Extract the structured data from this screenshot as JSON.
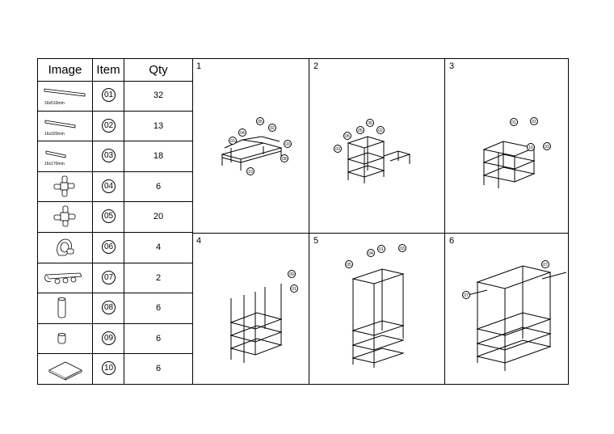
{
  "table": {
    "headers": {
      "image": "Image",
      "item": "Item",
      "qty": "Qty"
    },
    "rows": [
      {
        "item": "01",
        "qty": "32",
        "dimension": "16x510mm"
      },
      {
        "item": "02",
        "qty": "13",
        "dimension": "16x320mm"
      },
      {
        "item": "03",
        "qty": "18",
        "dimension": "16x170mm"
      },
      {
        "item": "04",
        "qty": "6"
      },
      {
        "item": "05",
        "qty": "20"
      },
      {
        "item": "06",
        "qty": "4"
      },
      {
        "item": "07",
        "qty": "2"
      },
      {
        "item": "08",
        "qty": "6"
      },
      {
        "item": "09",
        "qty": "6"
      },
      {
        "item": "10",
        "qty": "6"
      }
    ]
  },
  "steps": [
    {
      "number": "1",
      "callouts": [
        "01",
        "04",
        "05",
        "02",
        "03",
        "10",
        "08"
      ]
    },
    {
      "number": "2",
      "callouts": [
        "05",
        "05",
        "05",
        "02",
        "03"
      ]
    },
    {
      "number": "3",
      "callouts": [
        "01",
        "02",
        "10",
        "03"
      ]
    },
    {
      "number": "4",
      "callouts": [
        "09",
        "01"
      ]
    },
    {
      "number": "5",
      "callouts": [
        "05",
        "04",
        "01",
        "03"
      ]
    },
    {
      "number": "6",
      "callouts": [
        "07",
        "07"
      ]
    }
  ]
}
